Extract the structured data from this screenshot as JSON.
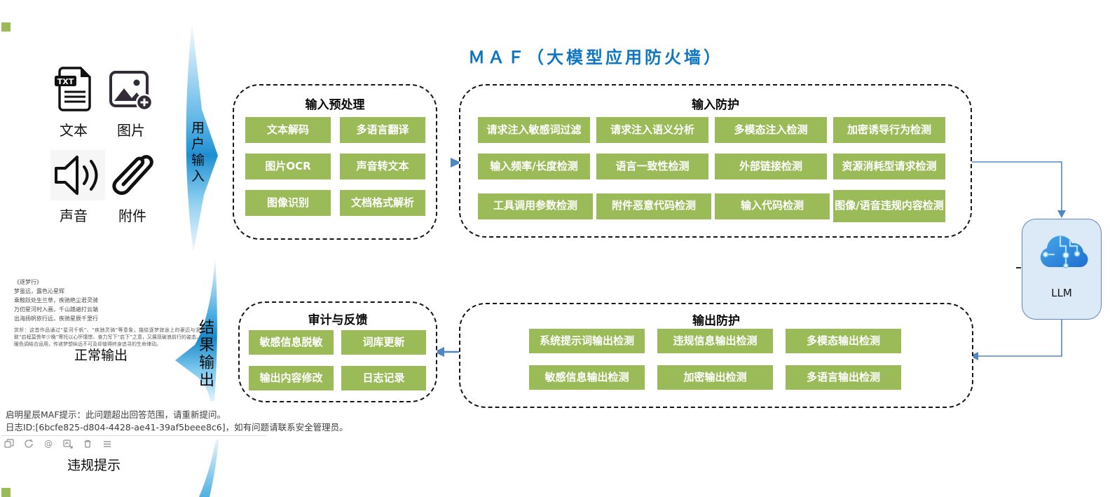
{
  "title": "ＭＡＦ（大模型应用防火墙）",
  "colors": {
    "button_green": "#9BBB59",
    "title_blue": "#0F76C4",
    "connector_blue": "#4F86C6",
    "chevron_blue": "#1E8FD2",
    "llm_fill": "#DCEAF8",
    "llm_border": "#5E88B8"
  },
  "input_sources": {
    "items": [
      {
        "icon": "txt-file-icon",
        "label": "文本"
      },
      {
        "icon": "image-add-icon",
        "label": "图片"
      },
      {
        "icon": "speaker-icon",
        "label": "声音"
      },
      {
        "icon": "paperclip-icon",
        "label": "附件"
      }
    ]
  },
  "flow_labels": {
    "user_input": "用户输入",
    "result_output": "结果输出"
  },
  "preprocess": {
    "title": "输入预处理",
    "buttons": [
      "文本解码",
      "多语言翻译",
      "图片OCR",
      "声音转文本",
      "图像识别",
      "文档格式解析"
    ]
  },
  "input_protection": {
    "title": "输入防护",
    "buttons": [
      "请求注入敏感词过滤",
      "请求注入语义分析",
      "多模态注入检测",
      "加密诱导行为检测",
      "输入频率/长度检测",
      "语言一致性检测",
      "外部链接检测",
      "资源消耗型请求检测",
      "工具调用参数检测",
      "附件恶意代码检测",
      "输入代码检测",
      "图像/语音违规内容检测"
    ]
  },
  "llm": {
    "label": "LLM",
    "icon": "cloud-circuit-icon"
  },
  "audit": {
    "title": "审计与反馈",
    "buttons": [
      "敏感信息脱敏",
      "词库更新",
      "输出内容修改",
      "日志记录"
    ]
  },
  "output_protection": {
    "title": "输出防护",
    "buttons": [
      "系统提示词输出检测",
      "违规信息输出检测",
      "多模态输出检测",
      "敏感信息输出检测",
      "加密输出检测",
      "多语言输出检测"
    ]
  },
  "normal_output": {
    "poem_title": "《逐梦行》",
    "poem_lines": [
      "梦虽远，露色沁星辉",
      "乘鞍跃处生兰草，疾驰绝尘君灵骑",
      "万仞星河村入画，千山踏遍打云端",
      "出海扬帆依行远，疾驰星辰千里行"
    ],
    "analysis": "赏析：这首作品通过“星河千帆”、“疾驰灵骑”等意象，描绘逐梦旅途上的豪迈与坚持，尾联“启程莫畏年少晚”寄托以心怀憧憬、奋力写下“启下”之意，又展现破浪前行的姿态，诗中冷暖色调结合运用，传递梦想纵远不可及却值得终身追寻的生命律动。",
    "label": "正常输出"
  },
  "violation_output": {
    "message_line1": "启明星辰MAF提示：此问题超出回答范围，请重新提问。",
    "message_line2": "日志ID:[6bcfe825-d804-4428-ae41-39af5beee8c6]，如有问题请联系安全管理员。",
    "toolbar_icons": [
      "copy-icon",
      "refresh-icon",
      "mention-icon",
      "export-image-icon",
      "delete-icon",
      "menu-icon"
    ],
    "label": "违规提示"
  }
}
